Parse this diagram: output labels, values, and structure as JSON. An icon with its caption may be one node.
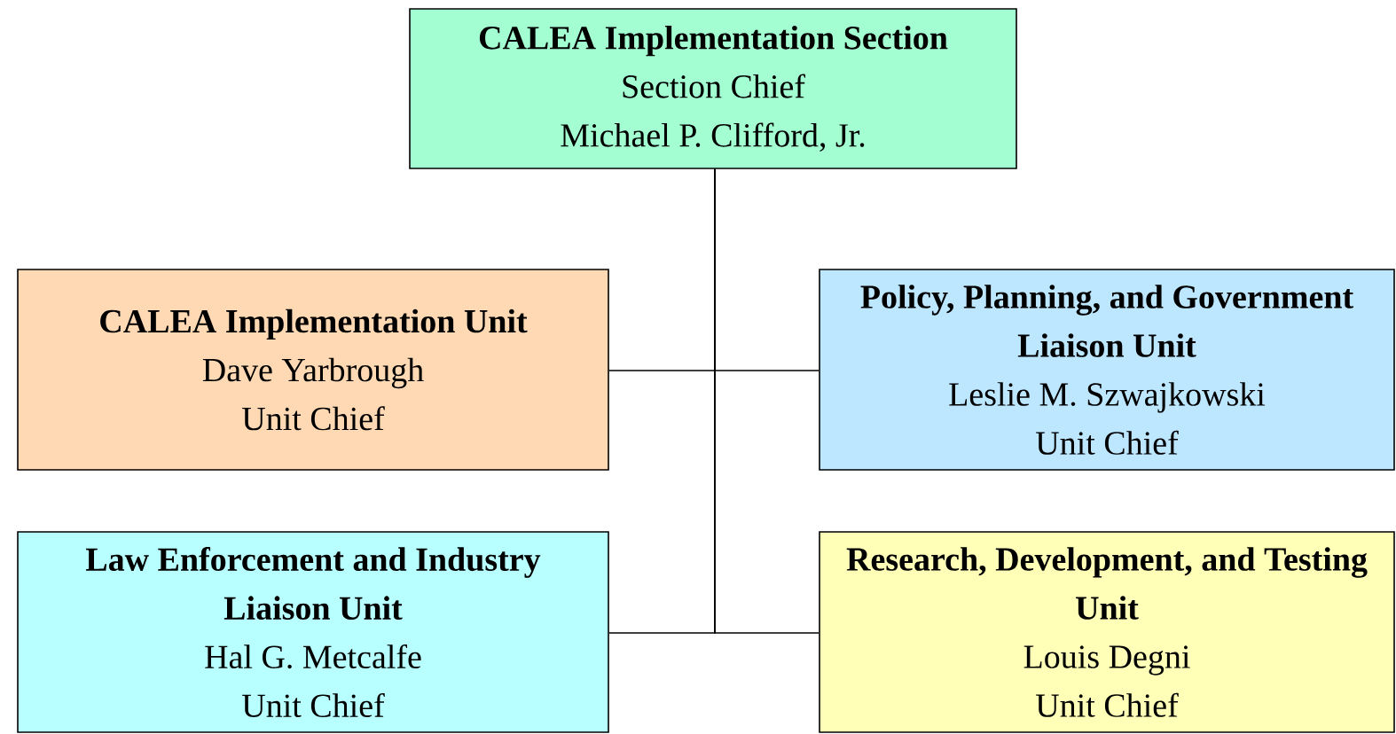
{
  "diagram": {
    "nodes": [
      {
        "text": [
          "CALEA  Implementation Section",
          "Section Chief",
          "Michael P. Clifford, Jr."
        ]
      },
      {
        "text": [
          "CALEA  Implementation Unit",
          "Dave Yarbrough",
          "Unit Chief"
        ]
      },
      {
        "text": [
          "Policy, Planning, and Government Liaison Unit",
          "Leslie M. Szwajkowski",
          "Unit Chief"
        ]
      },
      {
        "text": [
          "Law Enforcement and Industry Liaison Unit",
          "Hal G. Metcalfe",
          "Unit Chief"
        ]
      },
      {
        "text": [
          "Research, Development, and Testing Unit",
          "Louis Degni",
          "Unit Chief"
        ]
      }
    ],
    "edges": [
      {
        "from": 0,
        "to": 1,
        "arrow": "none"
      },
      {
        "from": 0,
        "to": 2,
        "arrow": "none"
      },
      {
        "from": 0,
        "to": 3,
        "arrow": "none"
      },
      {
        "from": 0,
        "to": 4,
        "arrow": "none"
      }
    ]
  }
}
